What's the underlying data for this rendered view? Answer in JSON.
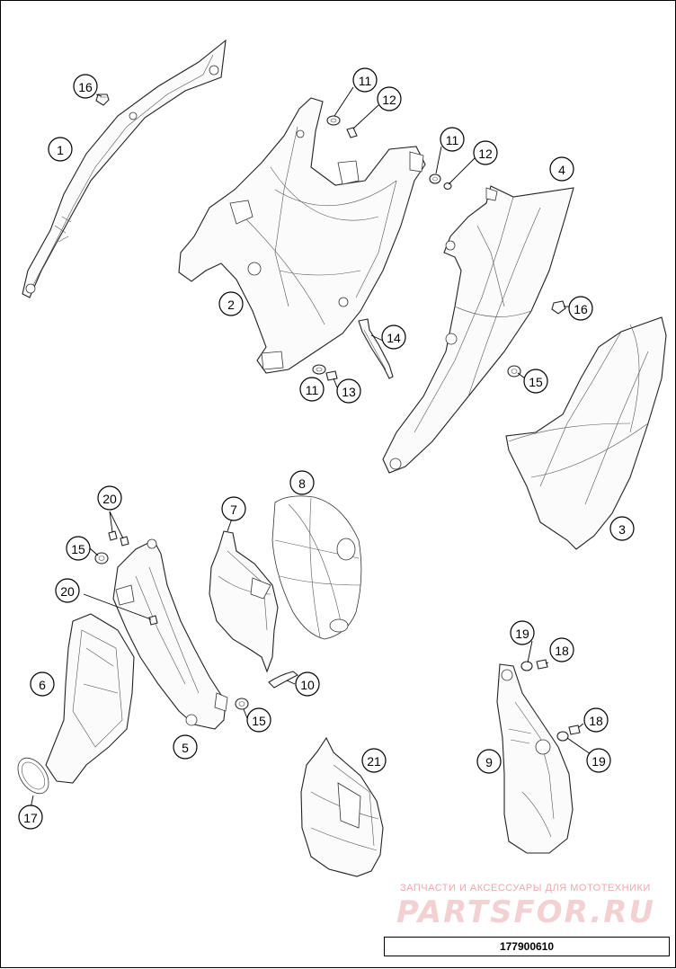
{
  "diagram": {
    "callouts": [
      "16",
      "1",
      "11",
      "12",
      "11",
      "12",
      "4",
      "2",
      "16",
      "14",
      "15",
      "11",
      "13",
      "3",
      "8",
      "7",
      "20",
      "15",
      "20",
      "6",
      "10",
      "15",
      "5",
      "19",
      "18",
      "18",
      "19",
      "9",
      "21",
      "17"
    ]
  },
  "footer": {
    "watermark_caption": "ЗАПЧАСТИ И АКСЕССУАРЫ ДЛЯ МОТОТЕХНИКИ",
    "watermark_logo": "PARTSFOR.RU",
    "document_number": "177900610"
  }
}
